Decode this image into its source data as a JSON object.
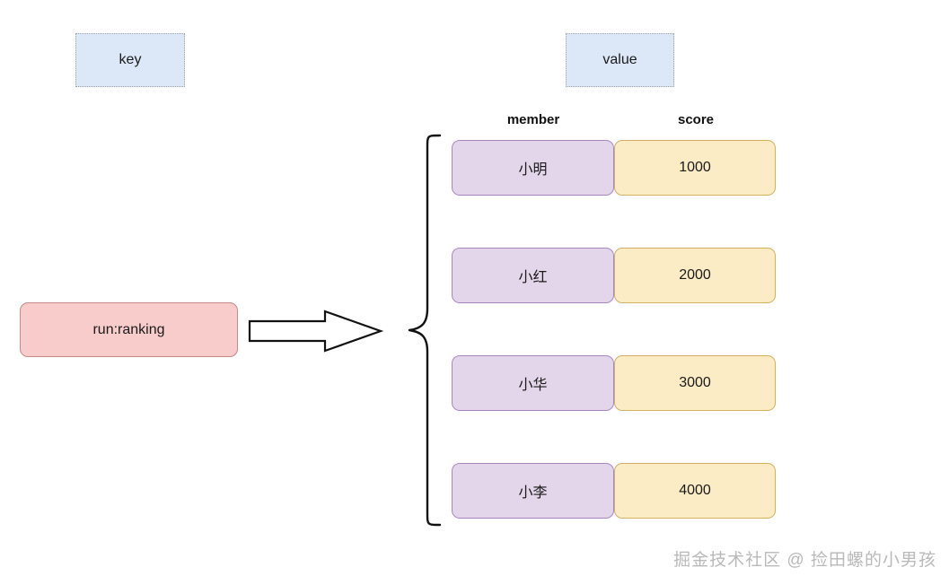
{
  "diagram": {
    "key_label": "key",
    "value_label": "value",
    "key_node": "run:ranking",
    "arrow_icon": "block-arrow-right-icon",
    "brace_icon": "curly-brace-icon",
    "columns": {
      "member": "member",
      "score": "score"
    },
    "entries": [
      {
        "member": "小明",
        "score": "1000"
      },
      {
        "member": "小红",
        "score": "2000"
      },
      {
        "member": "小华",
        "score": "3000"
      },
      {
        "member": "小李",
        "score": "4000"
      }
    ],
    "watermark": "掘金技术社区 @ 捡田螺的小男孩",
    "colors": {
      "label_box_fill": "#dce8f8",
      "label_box_border": "#9aa0a6",
      "key_node_fill": "#f9cccc",
      "key_node_border": "#c58a8a",
      "member_fill": "#e3d6ea",
      "member_border": "#a888bc",
      "score_fill": "#fbecc5",
      "score_border": "#d4b15e",
      "stroke": "#111111",
      "watermark": "#b9b9b9"
    }
  }
}
